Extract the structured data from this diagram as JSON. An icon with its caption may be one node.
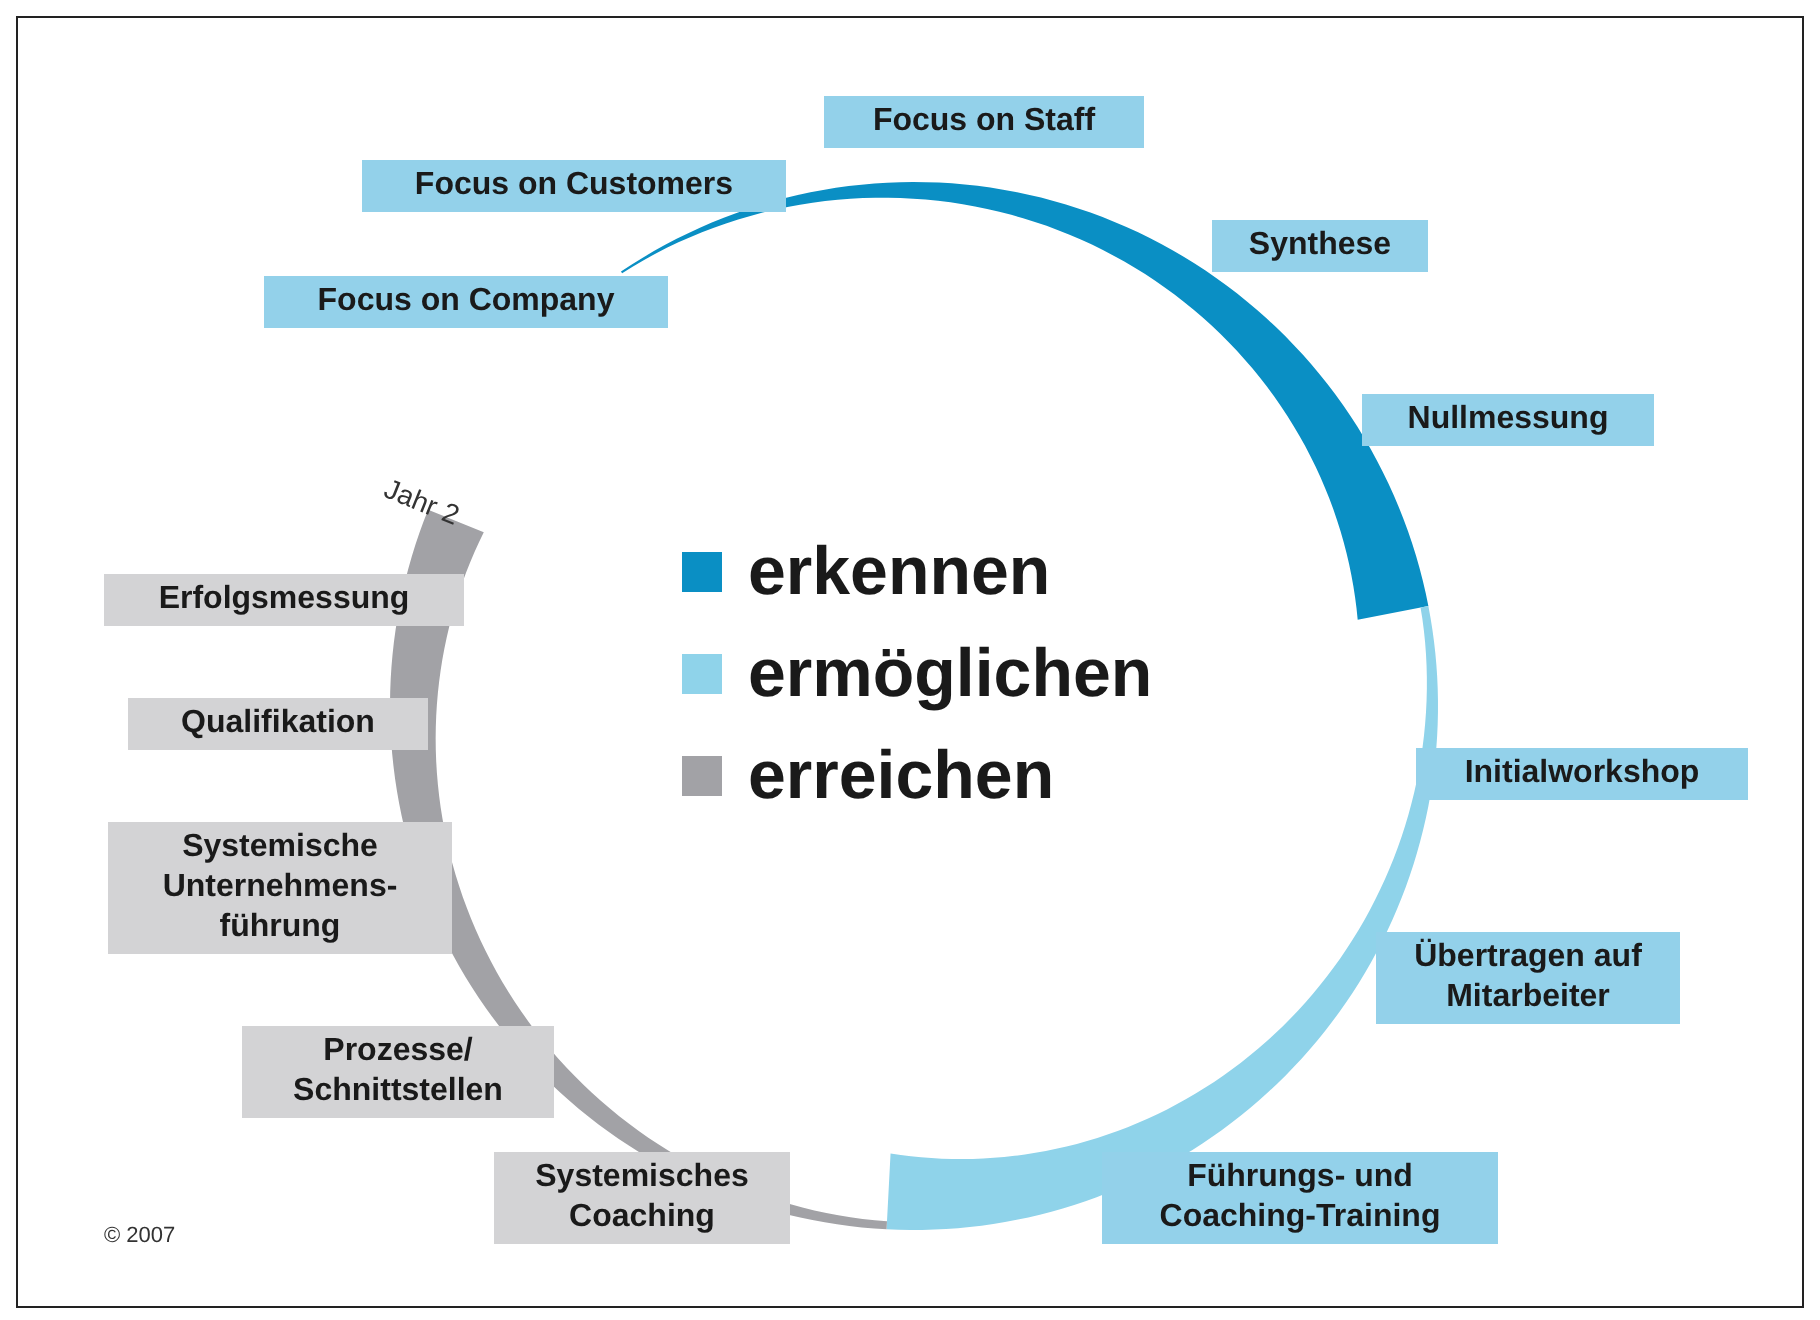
{
  "diagram": {
    "nodes": [
      {
        "text": [
          "Focus on Staff"
        ]
      },
      {
        "text": [
          "Focus on Customers"
        ]
      },
      {
        "text": [
          "Synthese"
        ]
      },
      {
        "text": [
          "Focus on Company"
        ]
      },
      {
        "text": [
          "Nullmessung"
        ]
      },
      {
        "text": [
          "Erfolgsmessung"
        ]
      },
      {
        "text": [
          "Qualifikation"
        ]
      },
      {
        "text": [
          "Initialworkshop"
        ]
      },
      {
        "text": [
          "Systemische Unternehmens-führung"
        ]
      },
      {
        "text": [
          "Übertragen auf Mitarbeiter"
        ]
      },
      {
        "text": [
          "Prozesse/ Schnittstellen"
        ]
      },
      {
        "text": [
          "Systemisches Coaching"
        ]
      },
      {
        "text": [
          "Führungs- und Coaching-Training"
        ]
      }
    ],
    "labels": [
      "Jahr 2",
      "© 2007"
    ],
    "legend": [
      {
        "text": "erkennen",
        "color": "#0a8fc4"
      },
      {
        "text": "ermöglichen",
        "color": "#8fd3ea"
      },
      {
        "text": "erreichen",
        "color": "#a2a2a6"
      }
    ]
  }
}
